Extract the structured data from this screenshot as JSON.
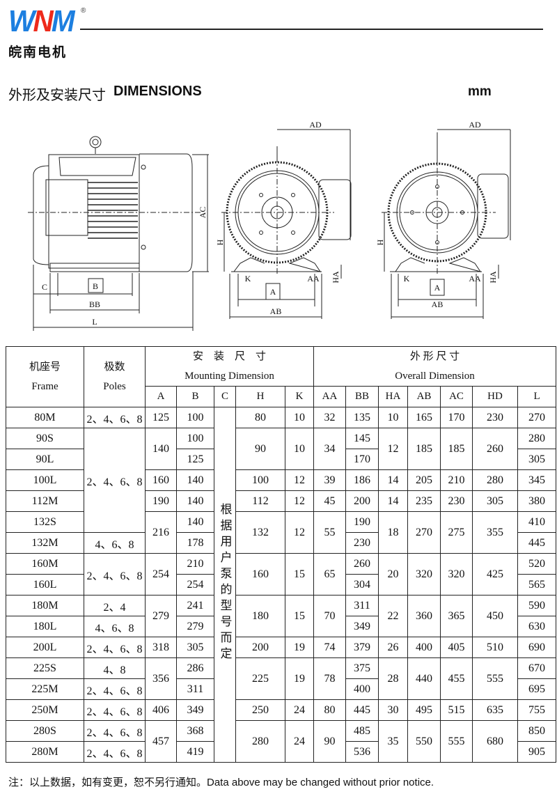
{
  "header": {
    "logo_text": "WNM",
    "logo_letters": [
      "W",
      "N",
      "M"
    ],
    "registered_mark": "®",
    "company_cn": "皖南电机",
    "title_cn": "外形及安装尺寸",
    "title_en": "DIMENSIONS",
    "unit": "mm"
  },
  "colors": {
    "logo_blue": "#1d7fe0",
    "logo_red": "#ee2a1b"
  },
  "drawings": {
    "side_view": {
      "C": "C",
      "B": "B",
      "BB": "BB",
      "L": "L",
      "AC": "AC"
    },
    "front_view_1": {
      "AD": "AD",
      "H": "H",
      "K": "K",
      "AA": "AA",
      "HA": "HA",
      "A": "A",
      "AB": "AB"
    },
    "front_view_2": {
      "AD": "AD",
      "H": "H",
      "K": "K",
      "AA": "AA",
      "HA": "HA",
      "A": "A",
      "AB": "AB"
    }
  },
  "table": {
    "frame_cn": "机座号",
    "frame_en": "Frame",
    "poles_cn": "极数",
    "poles_en": "Poles",
    "mounting_cn": "安　装　尺　寸",
    "mounting_en": "Mounting Dimension",
    "overall_cn": "外 形 尺 寸",
    "overall_en": "Overall Dimension",
    "columns": [
      "A",
      "B",
      "C",
      "H",
      "K",
      "AA",
      "BB",
      "HA",
      "AB",
      "AC",
      "HD",
      "L"
    ],
    "c_column_note": "根据用户泵的型号而定",
    "rows": [
      [
        "80M",
        "2、4、6、8",
        "125",
        "100",
        "80",
        "10",
        "32",
        "135",
        "10",
        "165",
        "170",
        "230",
        "270"
      ],
      [
        "90S",
        {
          "v": "2、4、6、8",
          "rs": 5
        },
        {
          "v": "140",
          "rs": 2
        },
        "100",
        {
          "v": "90",
          "rs": 2
        },
        {
          "v": "10",
          "rs": 2
        },
        {
          "v": "34",
          "rs": 2
        },
        "145",
        {
          "v": "12",
          "rs": 2
        },
        {
          "v": "185",
          "rs": 2
        },
        {
          "v": "185",
          "rs": 2
        },
        {
          "v": "260",
          "rs": 2
        },
        "280"
      ],
      [
        "90L",
        null,
        null,
        "125",
        null,
        null,
        null,
        "170",
        null,
        null,
        null,
        null,
        "305"
      ],
      [
        "100L",
        null,
        "160",
        "140",
        "100",
        "12",
        "39",
        "186",
        "14",
        "205",
        "210",
        "280",
        "345"
      ],
      [
        "112M",
        null,
        "190",
        "140",
        "112",
        "12",
        "45",
        "200",
        "14",
        "235",
        "230",
        "305",
        "380"
      ],
      [
        "132S",
        null,
        {
          "v": "216",
          "rs": 2
        },
        "140",
        {
          "v": "132",
          "rs": 2
        },
        {
          "v": "12",
          "rs": 2
        },
        {
          "v": "55",
          "rs": 2
        },
        "190",
        {
          "v": "18",
          "rs": 2
        },
        {
          "v": "270",
          "rs": 2
        },
        {
          "v": "275",
          "rs": 2
        },
        {
          "v": "355",
          "rs": 2
        },
        "410"
      ],
      [
        "132M",
        "4、6、8",
        null,
        "178",
        null,
        null,
        null,
        "230",
        null,
        null,
        null,
        null,
        "445"
      ],
      [
        "160M",
        {
          "v": "2、4、6、8",
          "rs": 2
        },
        {
          "v": "254",
          "rs": 2
        },
        "210",
        {
          "v": "160",
          "rs": 2
        },
        {
          "v": "15",
          "rs": 2
        },
        {
          "v": "65",
          "rs": 2
        },
        "260",
        {
          "v": "20",
          "rs": 2
        },
        {
          "v": "320",
          "rs": 2
        },
        {
          "v": "320",
          "rs": 2
        },
        {
          "v": "425",
          "rs": 2
        },
        "520"
      ],
      [
        "160L",
        null,
        null,
        "254",
        null,
        null,
        null,
        "304",
        null,
        null,
        null,
        null,
        "565"
      ],
      [
        "180M",
        "2、4",
        {
          "v": "279",
          "rs": 2
        },
        "241",
        {
          "v": "180",
          "rs": 2
        },
        {
          "v": "15",
          "rs": 2
        },
        {
          "v": "70",
          "rs": 2
        },
        "311",
        {
          "v": "22",
          "rs": 2
        },
        {
          "v": "360",
          "rs": 2
        },
        {
          "v": "365",
          "rs": 2
        },
        {
          "v": "450",
          "rs": 2
        },
        "590"
      ],
      [
        "180L",
        "4、6、8",
        null,
        "279",
        null,
        null,
        null,
        "349",
        null,
        null,
        null,
        null,
        "630"
      ],
      [
        "200L",
        "2、4、6、8",
        "318",
        "305",
        "200",
        "19",
        "74",
        "379",
        "26",
        "400",
        "405",
        "510",
        "690"
      ],
      [
        "225S",
        "4、8",
        {
          "v": "356",
          "rs": 2
        },
        "286",
        {
          "v": "225",
          "rs": 2
        },
        {
          "v": "19",
          "rs": 2
        },
        {
          "v": "78",
          "rs": 2
        },
        "375",
        {
          "v": "28",
          "rs": 2
        },
        {
          "v": "440",
          "rs": 2
        },
        {
          "v": "455",
          "rs": 2
        },
        {
          "v": "555",
          "rs": 2
        },
        "670"
      ],
      [
        "225M",
        "2、4、6、8",
        null,
        "311",
        null,
        null,
        null,
        "400",
        null,
        null,
        null,
        null,
        "695"
      ],
      [
        "250M",
        "2、4、6、8",
        "406",
        "349",
        "250",
        "24",
        "80",
        "445",
        "30",
        "495",
        "515",
        "635",
        "755"
      ],
      [
        "280S",
        "2、4、6、8",
        {
          "v": "457",
          "rs": 2
        },
        "368",
        {
          "v": "280",
          "rs": 2
        },
        {
          "v": "24",
          "rs": 2
        },
        {
          "v": "90",
          "rs": 2
        },
        "485",
        {
          "v": "35",
          "rs": 2
        },
        {
          "v": "550",
          "rs": 2
        },
        {
          "v": "555",
          "rs": 2
        },
        {
          "v": "680",
          "rs": 2
        },
        "850"
      ],
      [
        "280M",
        "2、4、6、8",
        null,
        "419",
        null,
        null,
        null,
        "536",
        null,
        null,
        null,
        null,
        "905"
      ]
    ]
  },
  "footnote": "注：以上数据，如有变更，恕不另行通知。Data above may be changed without prior notice."
}
